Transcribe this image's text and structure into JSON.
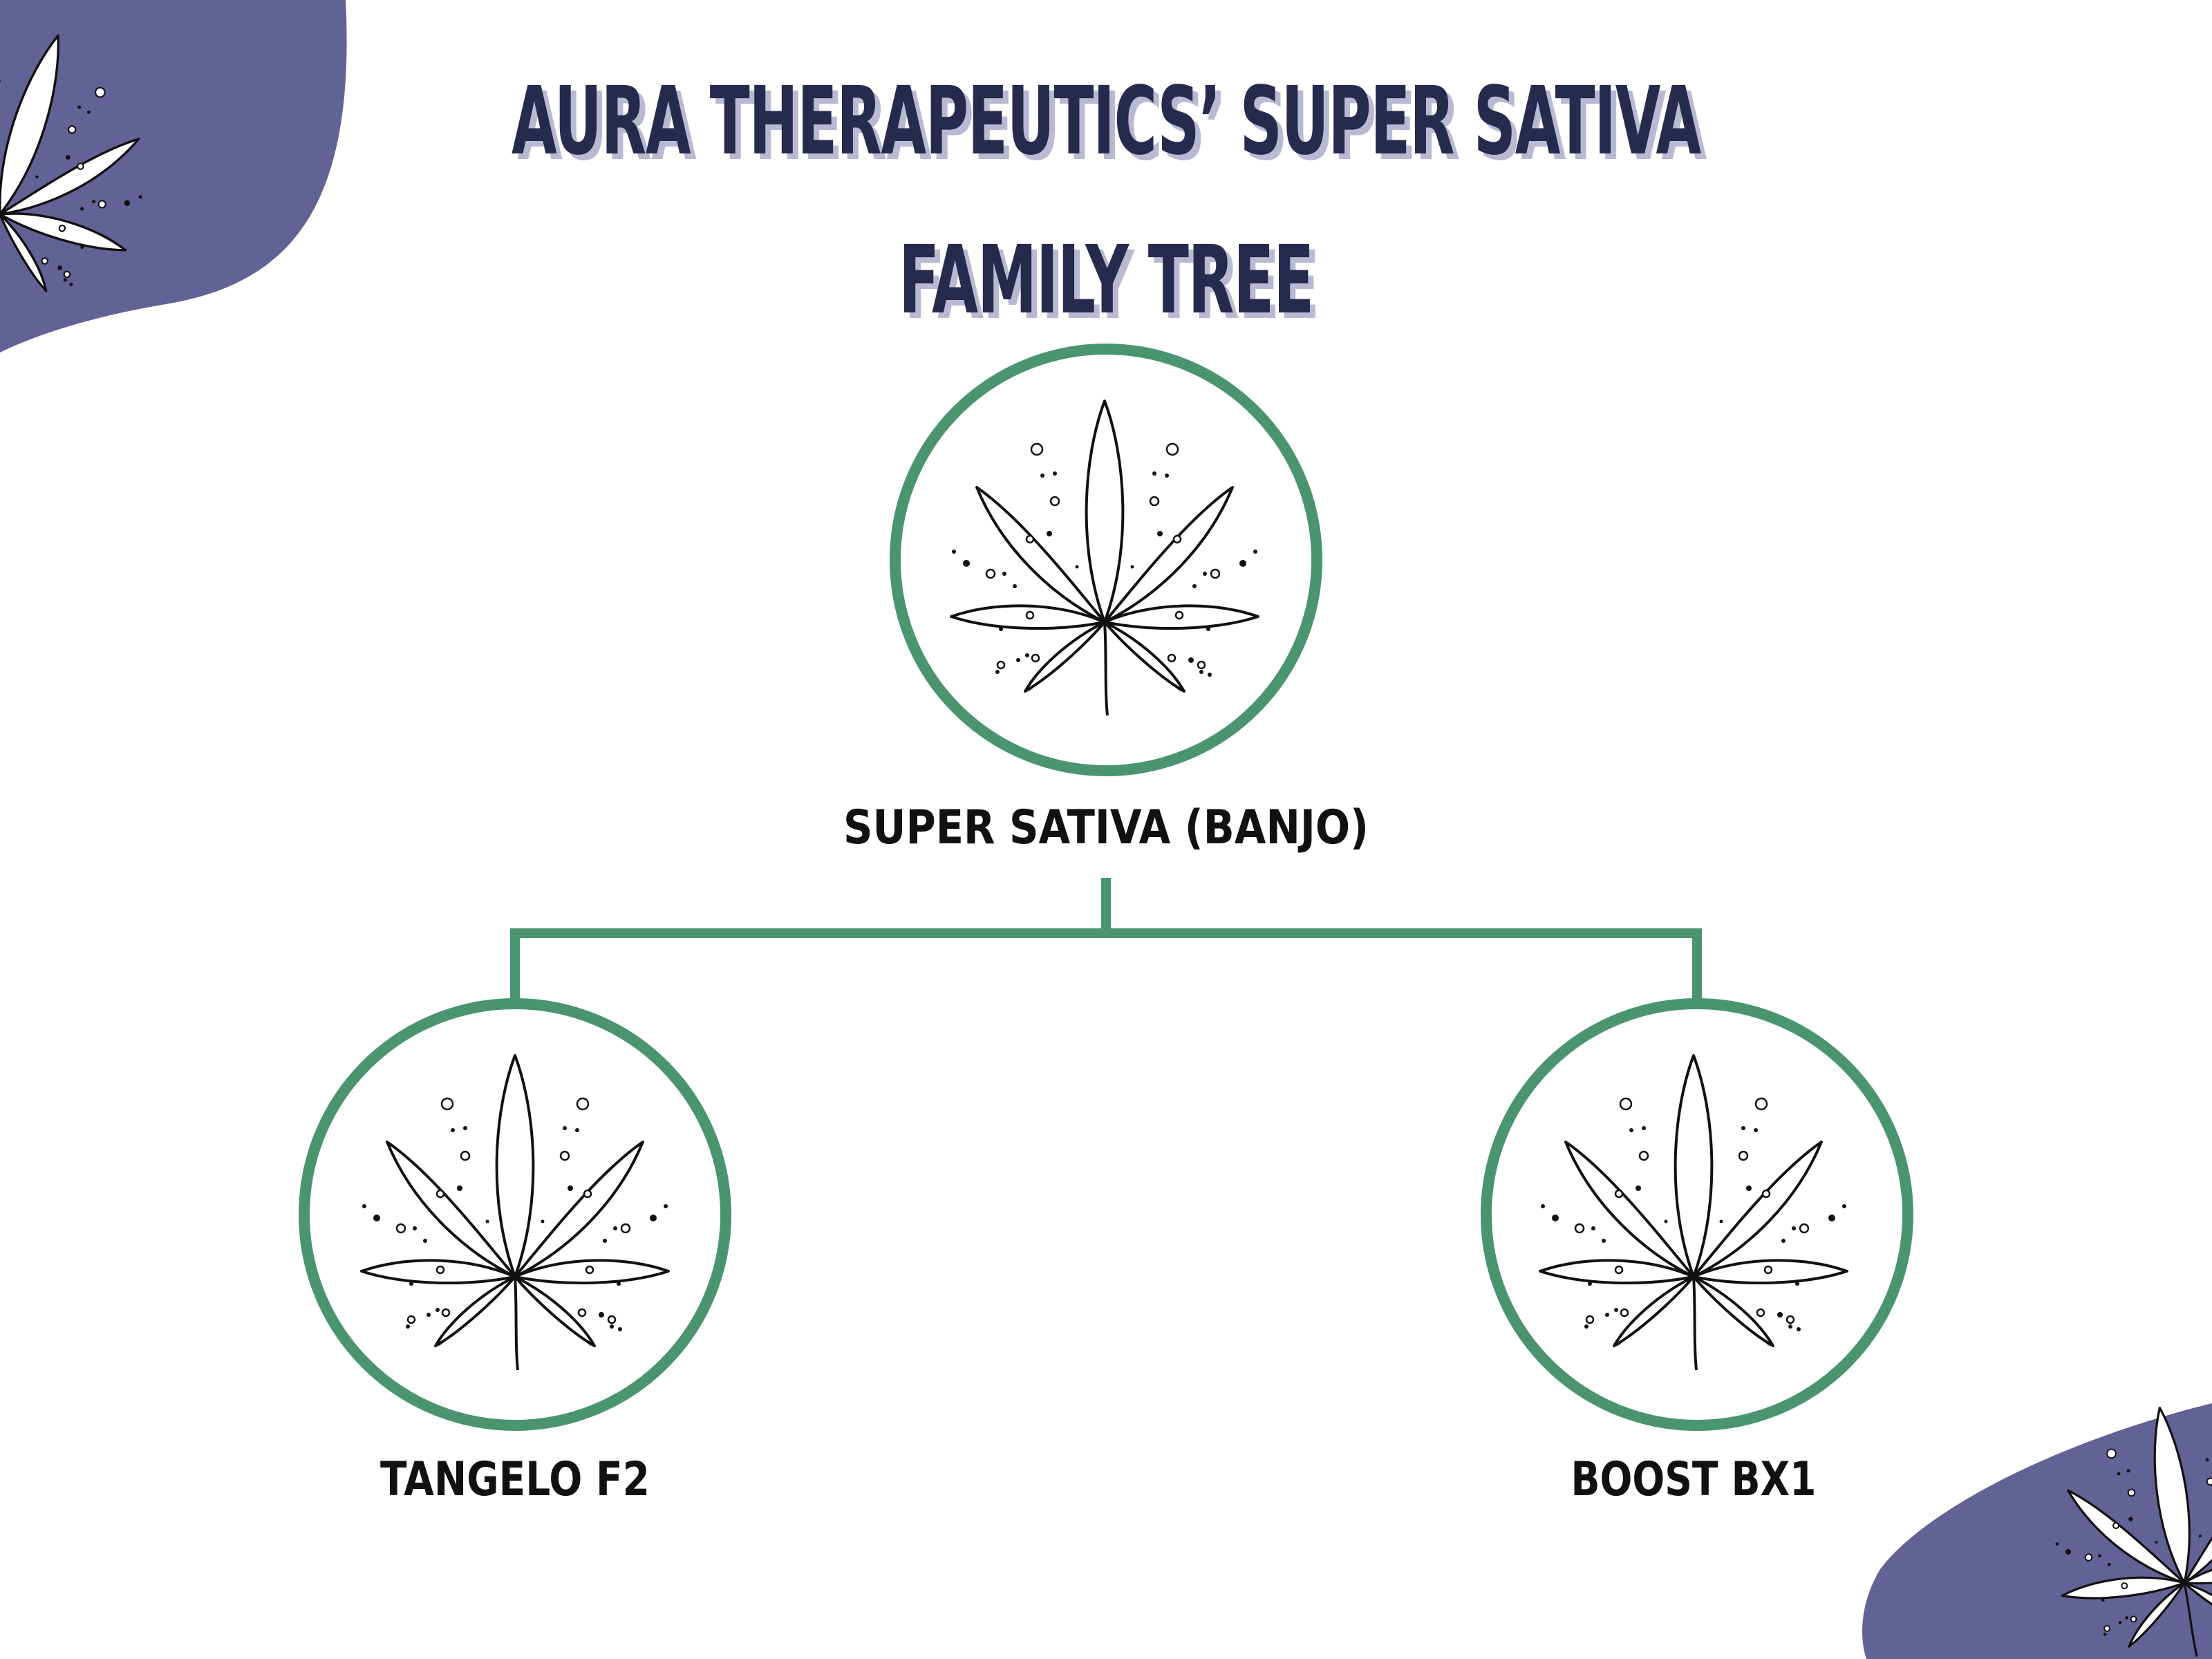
{
  "title": {
    "line1": "AURA THERAPEUTICS’ SUPER SATIVA",
    "line2": "FAMILY TREE"
  },
  "nodes": [
    {
      "id": "root",
      "label": "SUPER SATIVA (BANJO)",
      "icon": "cannabis-leaf-icon"
    },
    {
      "id": "left-child",
      "label": "TANGELO F2",
      "icon": "cannabis-leaf-icon"
    },
    {
      "id": "right-child",
      "label": "BOOST BX1",
      "icon": "cannabis-leaf-icon"
    }
  ],
  "edges": [
    {
      "from": "root",
      "to": "left-child"
    },
    {
      "from": "root",
      "to": "right-child"
    }
  ],
  "colors": {
    "background": "#ffffff",
    "title": "#262a4d",
    "title_shadow": "#b9b9d3",
    "label": "#111111",
    "node_ring": "#4a9570",
    "connector": "#4a9570",
    "blob": "#626296",
    "leaf_stroke": "#111111",
    "leaf_vein": "#9a9a9a"
  }
}
